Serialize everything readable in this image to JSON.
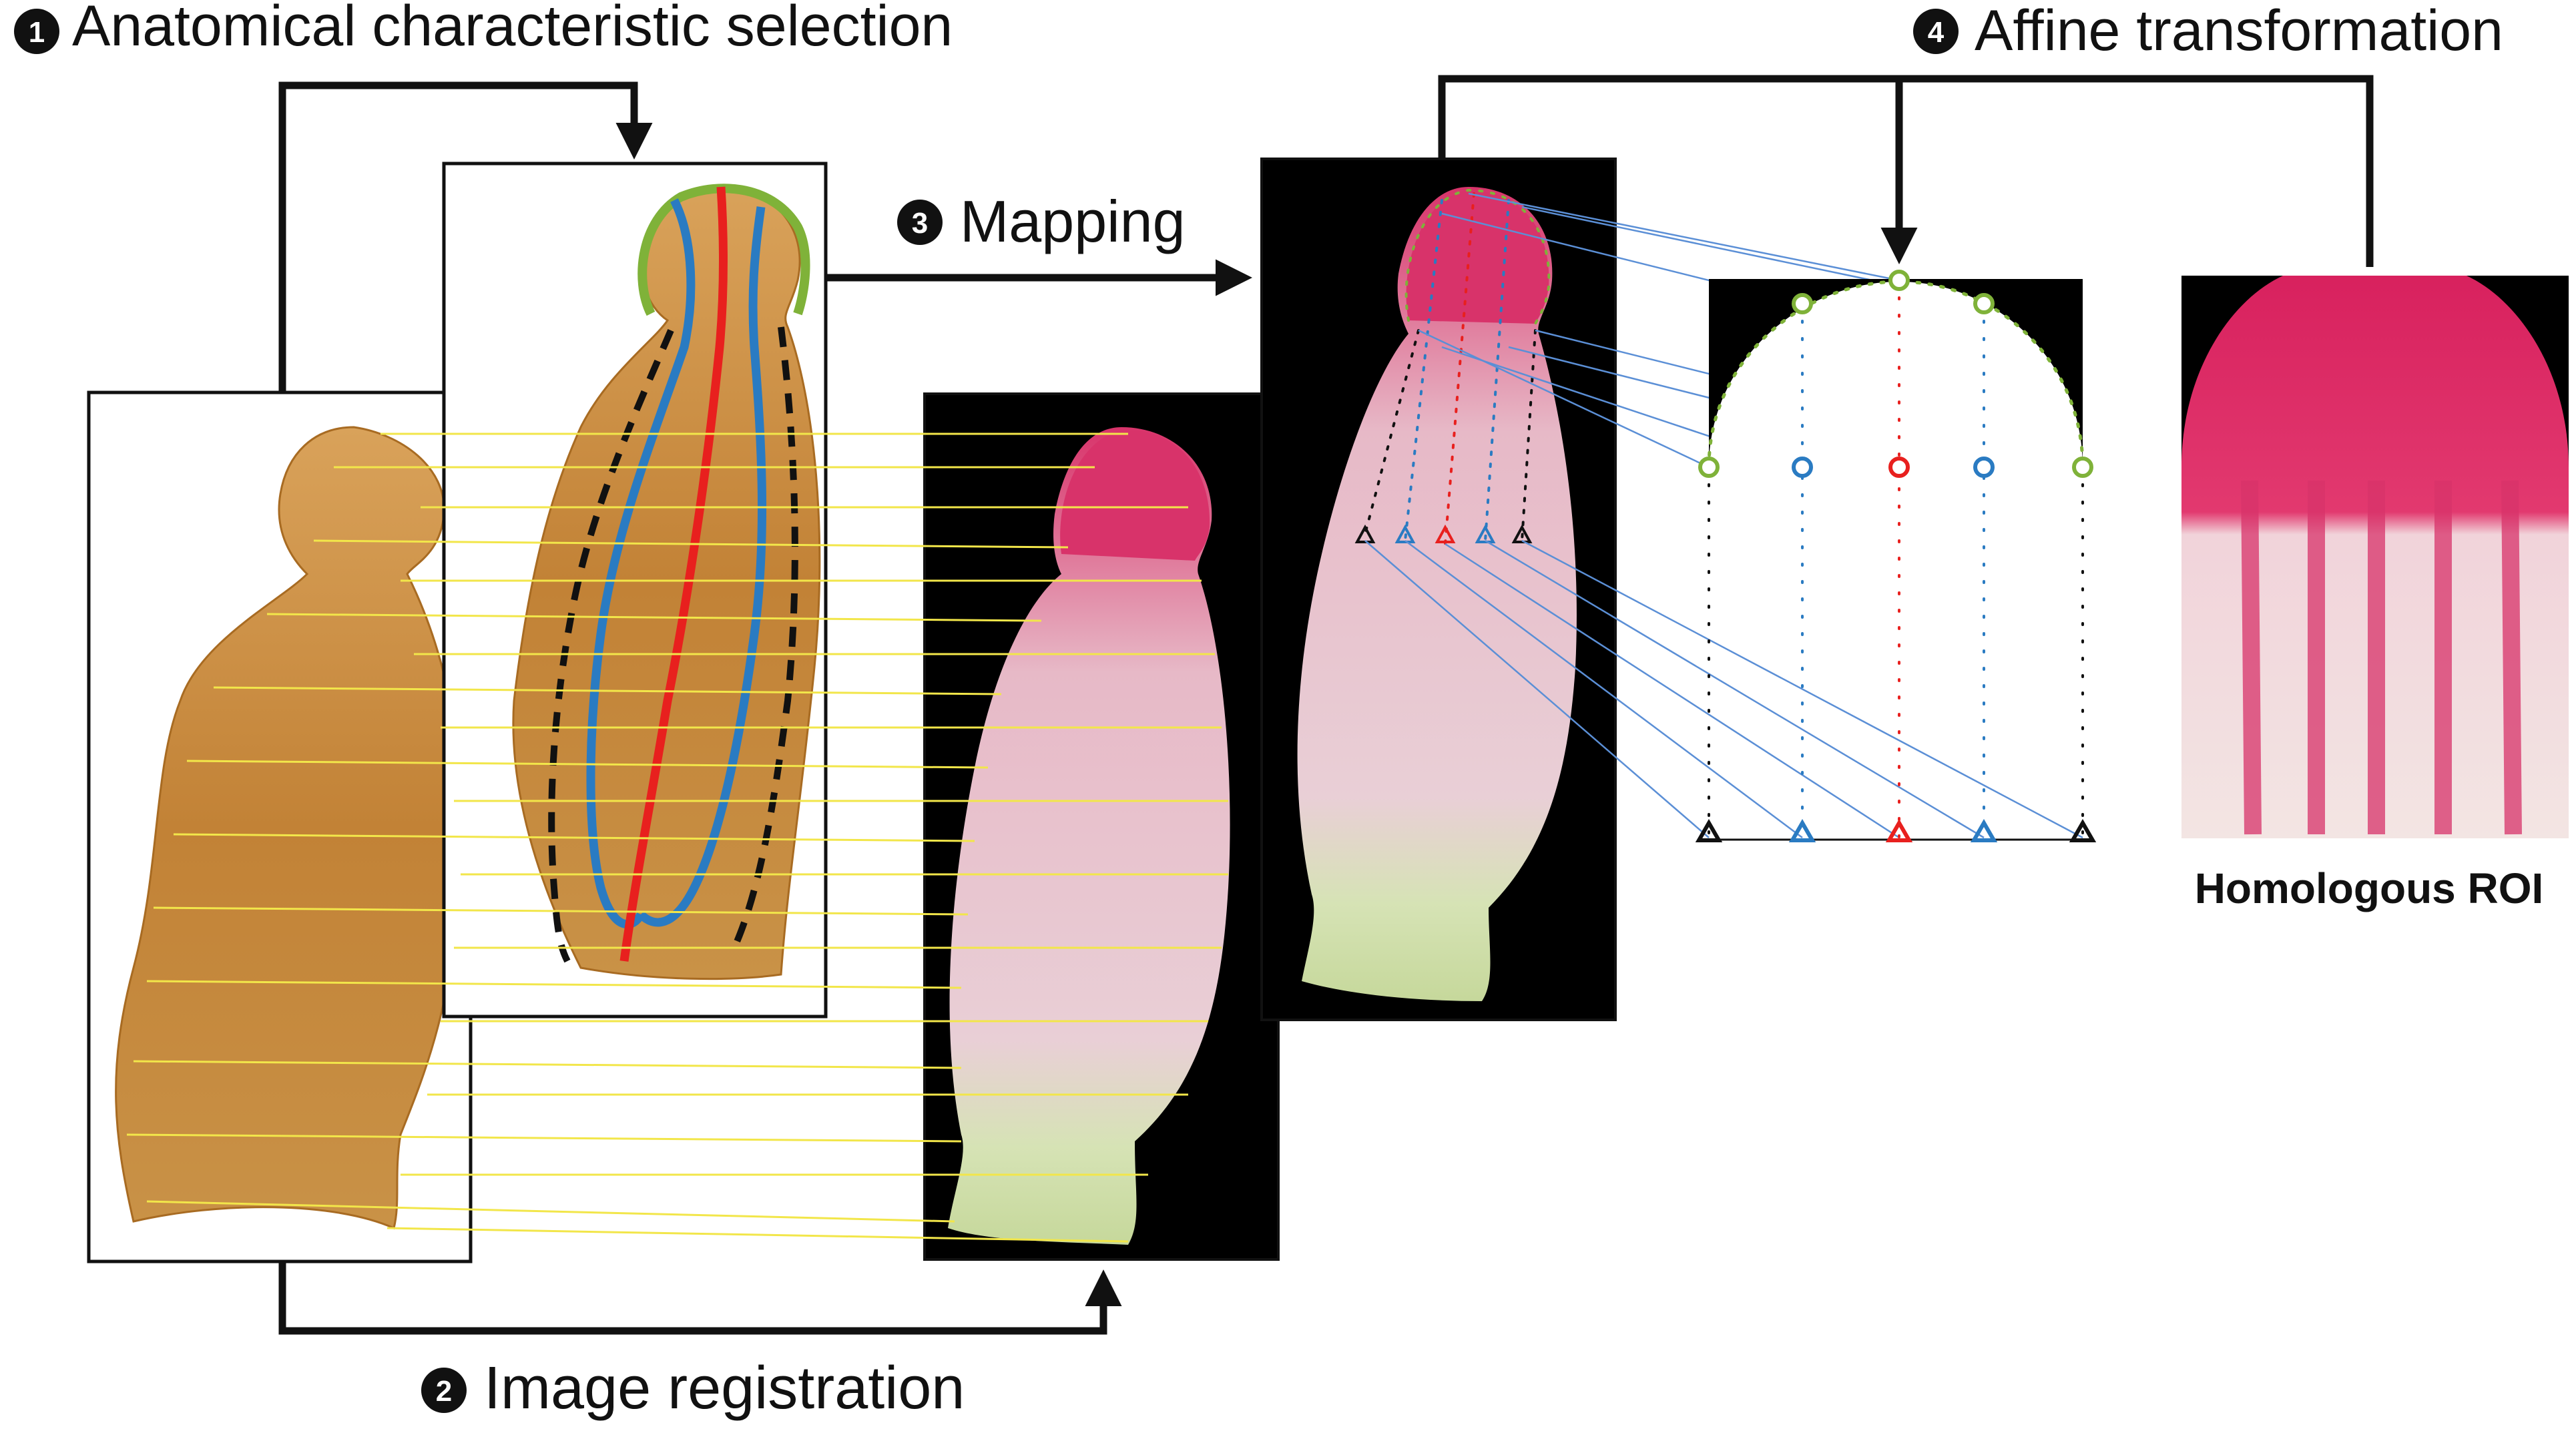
{
  "steps": [
    {
      "number": "1",
      "label": "Anatomical characteristic selection"
    },
    {
      "number": "2",
      "label": "Image registration"
    },
    {
      "number": "3",
      "label": "Mapping"
    },
    {
      "number": "4",
      "label": "Affine transformation"
    }
  ],
  "roi_label": "Homologous ROI",
  "colors": {
    "arrow": "#111111",
    "registration_lines": "#f2e64a",
    "mapping_lines": "#5b8fd6",
    "midline": "#e8201e",
    "lateral_lines": "#2a7bc2",
    "dashed_outline": "#111111",
    "apex_contour": "#7fb239",
    "petal_brown": "#c8893a",
    "petal_pink": "#d8336a",
    "petal_base": "#cfe0a8",
    "background_panel": "#000000"
  }
}
